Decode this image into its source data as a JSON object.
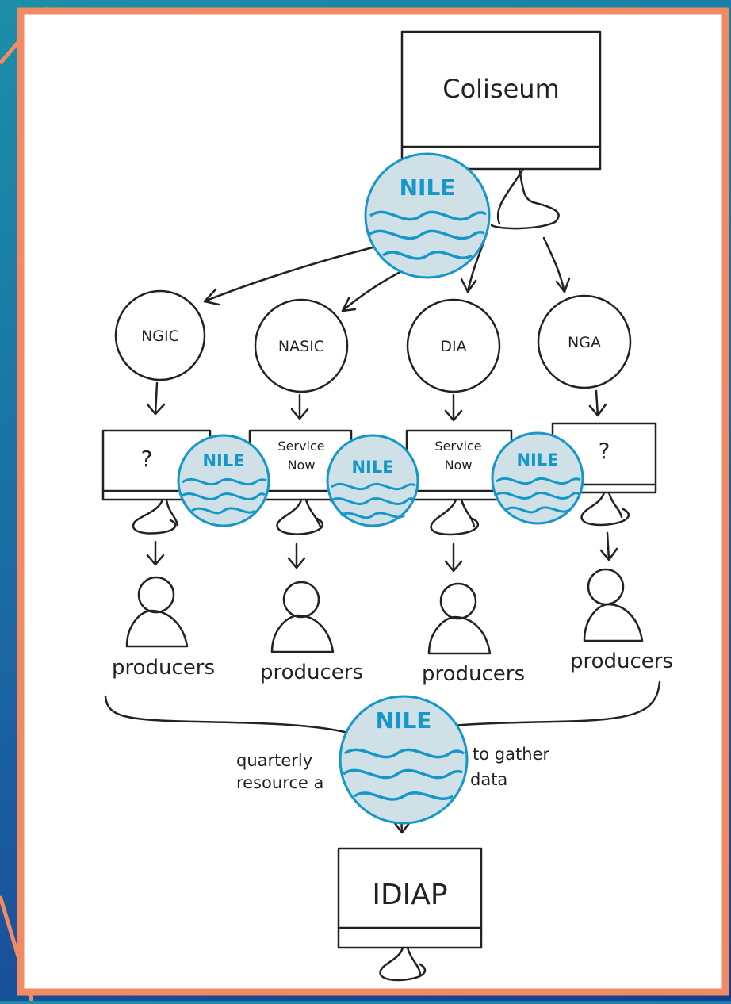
{
  "diagram": {
    "top_system": "Coliseum",
    "overlay_label": "NILE",
    "agencies": [
      {
        "name": "NGIC",
        "system": [
          "?"
        ],
        "group": "producers"
      },
      {
        "name": "NASIC",
        "system": [
          "Service",
          "Now"
        ],
        "group": "producers"
      },
      {
        "name": "DIA",
        "system": [
          "Service",
          "Now"
        ],
        "group": "producers"
      },
      {
        "name": "NGA",
        "system": [
          "?"
        ],
        "group": "producers"
      }
    ],
    "note_line1_left": "quarterly",
    "note_line1_right": "to gather",
    "note_line2_left": "resource a",
    "note_line2_right": "data",
    "bottom_system": "IDIAP"
  },
  "colors": {
    "frame": "#f28a64",
    "nile_fill": "#cfe0e6",
    "nile_stroke": "#1597c9",
    "ink": "#222222",
    "background_top": "#1c8fa8",
    "background_bottom": "#153e8f"
  }
}
